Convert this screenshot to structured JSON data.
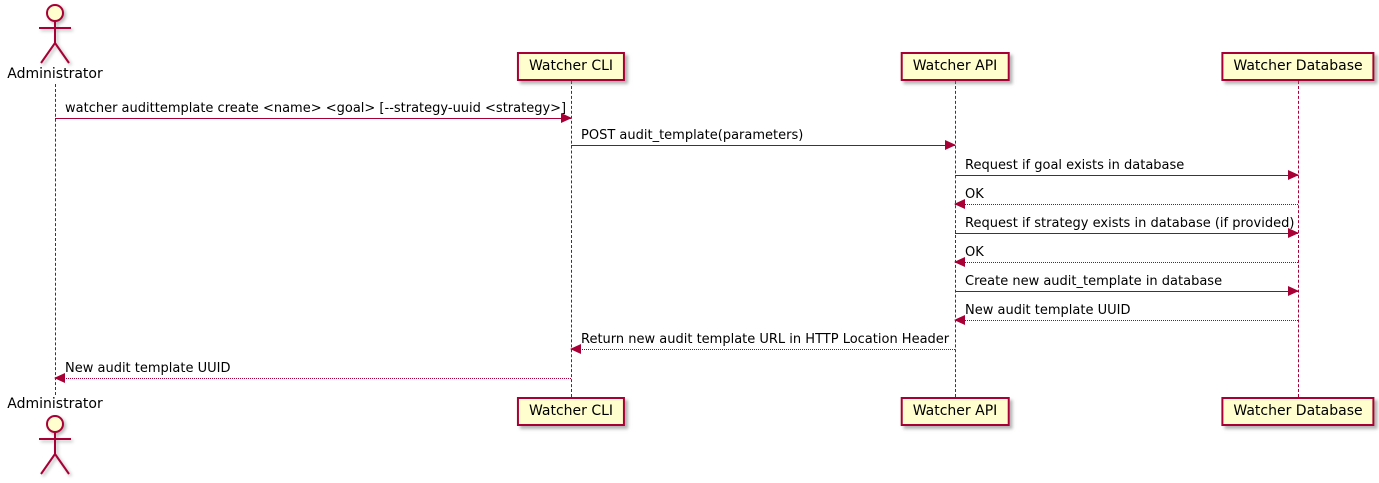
{
  "diagram": {
    "type": "uml-sequence-diagram",
    "colors": {
      "participant_fill": "#FEFECE",
      "participant_border": "#A80036",
      "line": "#A80036",
      "text": "#000000",
      "background": "#FFFFFF"
    },
    "actor": {
      "name": "Administrator"
    },
    "participants": [
      {
        "name": "Watcher CLI"
      },
      {
        "name": "Watcher API"
      },
      {
        "name": "Watcher Database"
      }
    ],
    "messages": [
      {
        "from": "Administrator",
        "to": "Watcher CLI",
        "style": "solid",
        "text": "watcher audittemplate create <name> <goal> [--strategy-uuid <strategy>]"
      },
      {
        "from": "Watcher CLI",
        "to": "Watcher API",
        "style": "solid",
        "text": "POST audit_template(parameters)"
      },
      {
        "from": "Watcher API",
        "to": "Watcher Database",
        "style": "solid",
        "text": "Request if goal exists in database"
      },
      {
        "from": "Watcher Database",
        "to": "Watcher API",
        "style": "dotted",
        "text": "OK"
      },
      {
        "from": "Watcher API",
        "to": "Watcher Database",
        "style": "solid",
        "text": "Request if strategy exists in database (if provided)"
      },
      {
        "from": "Watcher Database",
        "to": "Watcher API",
        "style": "dotted",
        "text": "OK"
      },
      {
        "from": "Watcher API",
        "to": "Watcher Database",
        "style": "solid",
        "text": "Create new audit_template in database"
      },
      {
        "from": "Watcher Database",
        "to": "Watcher API",
        "style": "dotted",
        "text": "New audit template UUID"
      },
      {
        "from": "Watcher API",
        "to": "Watcher CLI",
        "style": "dotted",
        "text": "Return new audit template URL in HTTP Location Header"
      },
      {
        "from": "Watcher CLI",
        "to": "Administrator",
        "style": "dotted",
        "text": "New audit template UUID"
      }
    ]
  }
}
